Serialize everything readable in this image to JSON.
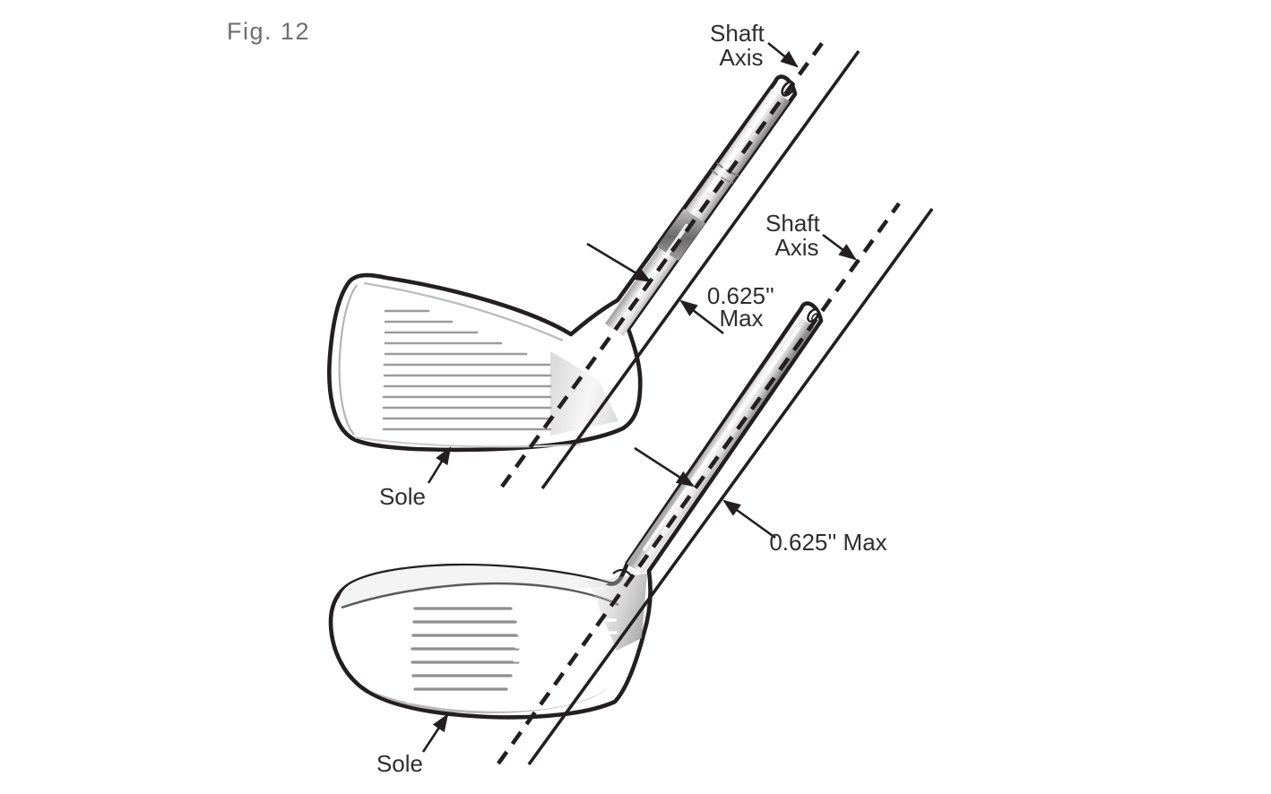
{
  "figure": {
    "label": "Fig. 12"
  },
  "labels": {
    "iron": {
      "shaft_axis_line1": "Shaft",
      "shaft_axis_line2": "Axis",
      "max_line1": "0.625''",
      "max_line2": "Max",
      "sole": "Sole"
    },
    "wood": {
      "shaft_axis_line1": "Shaft",
      "shaft_axis_line2": "Axis",
      "max": "0.625'' Max",
      "sole": "Sole"
    }
  },
  "colors": {
    "outline": "#231f20",
    "label_text": "#2d2d2d",
    "figure_text": "#6d6e71",
    "background": "#ffffff",
    "groove_gray": "#9c9c9c",
    "groove_white": "#ffffff"
  }
}
